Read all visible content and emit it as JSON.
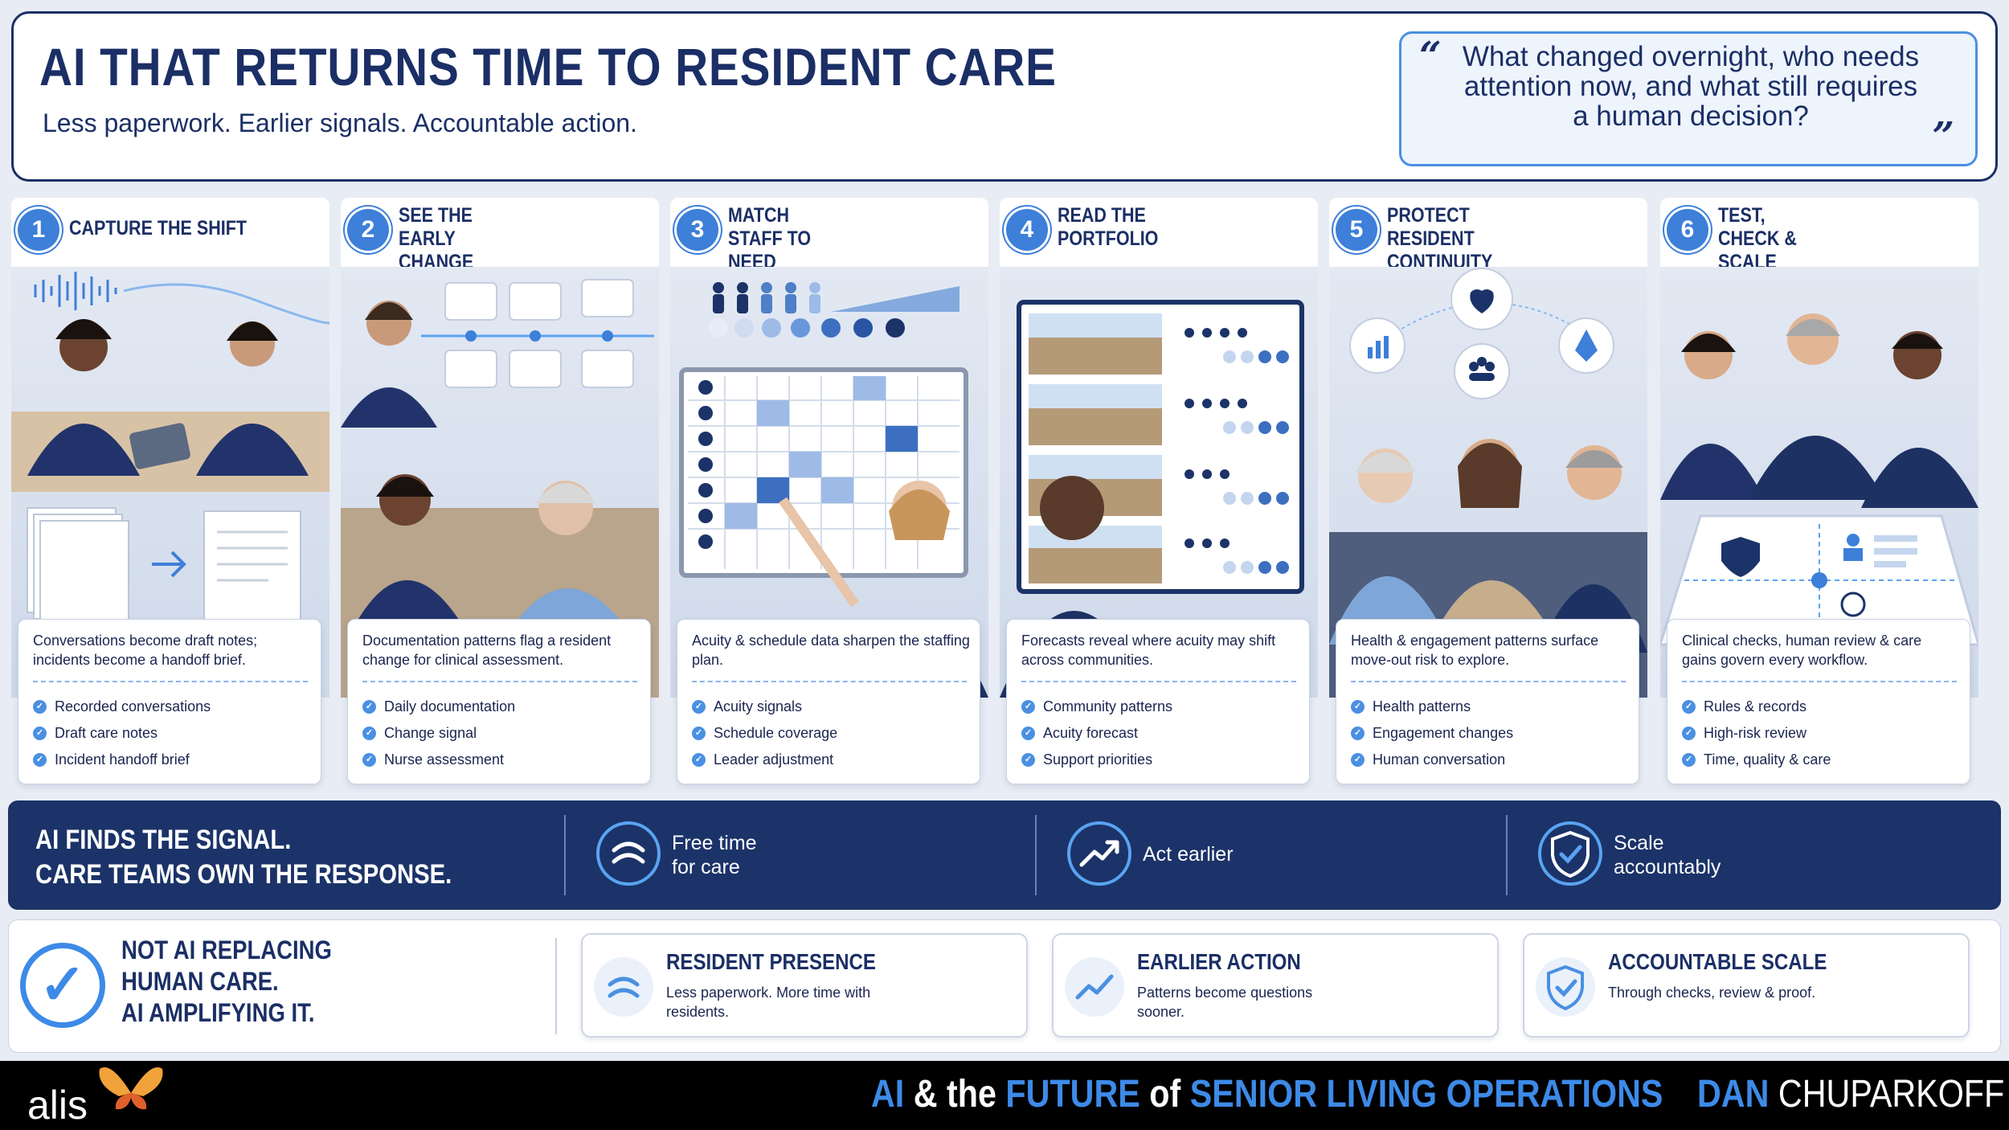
{
  "header": {
    "title": "AI THAT RETURNS TIME TO RESIDENT CARE",
    "subtitle": "Less paperwork. Earlier signals. Accountable action.",
    "quote": "What changed overnight, who needs attention now, and what still requires a human decision?"
  },
  "steps": [
    {
      "num": "1",
      "title": "CAPTURE THE SHIFT",
      "desc": "Conversations become draft notes; incidents become a handoff brief.",
      "bullets": [
        "Recorded conversations",
        "Draft care notes",
        "Incident handoff brief"
      ]
    },
    {
      "num": "2",
      "title": "SEE THE EARLY CHANGE",
      "desc": "Documentation patterns flag a resident change for clinical assessment.",
      "bullets": [
        "Daily documentation",
        "Change signal",
        "Nurse assessment"
      ]
    },
    {
      "num": "3",
      "title": "MATCH STAFF TO NEED",
      "desc": "Acuity & schedule data sharpen the staffing plan.",
      "bullets": [
        "Acuity signals",
        "Schedule coverage",
        "Leader adjustment"
      ]
    },
    {
      "num": "4",
      "title": "READ THE PORTFOLIO",
      "desc": "Forecasts reveal where acuity may shift across communities.",
      "bullets": [
        "Community patterns",
        "Acuity forecast",
        "Support priorities"
      ]
    },
    {
      "num": "5",
      "title": "PROTECT RESIDENT CONTINUITY",
      "desc": "Health & engagement patterns surface move-out risk to explore.",
      "bullets": [
        "Health patterns",
        "Engagement changes",
        "Human conversation"
      ]
    },
    {
      "num": "6",
      "title": "TEST, CHECK & SCALE",
      "desc": "Clinical checks, human review & care gains govern every workflow.",
      "bullets": [
        "Rules & records",
        "High-risk review",
        "Time, quality & care"
      ]
    }
  ],
  "banner": {
    "line1": "AI FINDS THE SIGNAL.",
    "line2": "CARE TEAMS OWN THE RESPONSE.",
    "items": [
      {
        "icon": "smile-arc-icon",
        "label1": "Free time",
        "label2": "for care"
      },
      {
        "icon": "trend-up-icon",
        "label1": "Act earlier",
        "label2": ""
      },
      {
        "icon": "shield-check-icon",
        "label1": "Scale",
        "label2": "accountably"
      }
    ]
  },
  "bottom": {
    "line1": "NOT AI REPLACING",
    "line2": "HUMAN CARE.",
    "line3": "AI AMPLIFYING IT.",
    "cards": [
      {
        "icon": "smile-arc-icon",
        "title": "RESIDENT PRESENCE",
        "desc": "Less paperwork. More time with residents."
      },
      {
        "icon": "trend-up-icon",
        "title": "EARLIER ACTION",
        "desc": "Patterns become questions sooner."
      },
      {
        "icon": "shield-check-icon",
        "title": "ACCOUNTABLE SCALE",
        "desc": "Through checks, review & proof."
      }
    ]
  },
  "footer": {
    "logo": "alis",
    "ai": "AI",
    "amp_the": "& the",
    "future": "FUTURE",
    "of": "of",
    "senior": "SENIOR LIVING OPERATIONS",
    "author_first": "DAN",
    "author_last": "CHUPARKOFF"
  },
  "colors": {
    "navy": "#1b2f66",
    "accent": "#3d8ae8",
    "banner": "#1b3368"
  }
}
